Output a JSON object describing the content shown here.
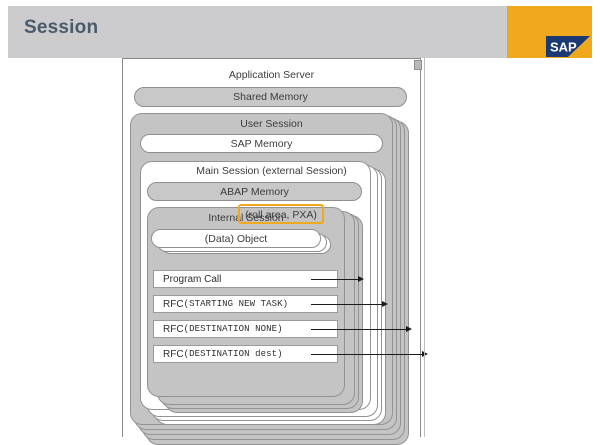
{
  "header": {
    "title": "Session",
    "brand": "SAP",
    "brand_bg": "#f0a81e",
    "bar_bg": "#ccccce",
    "title_color": "#4a5a6a"
  },
  "diagram": {
    "root_label": "Application Server",
    "layers": [
      {
        "id": "user-session",
        "label": "User Session"
      },
      {
        "id": "main-session",
        "label": "Main Session (external Session)"
      },
      {
        "id": "internal-session",
        "label": "Internal Session"
      }
    ],
    "memory_boxes": [
      {
        "id": "shared-memory",
        "label": "Shared Memory",
        "tone": "grey"
      },
      {
        "id": "sap-memory",
        "label": "SAP Memory",
        "tone": "white"
      },
      {
        "id": "abap-memory",
        "label": "ABAP Memory",
        "tone": "grey"
      },
      {
        "id": "data-object",
        "label": "(Data) Object",
        "tone": "white"
      }
    ],
    "highlight": {
      "label": "(roll area, PXA)",
      "color": "#f0a81e"
    },
    "calls": [
      {
        "id": "program-call",
        "prefix": "Program Call",
        "mono": ""
      },
      {
        "id": "rfc-starting-new-task",
        "prefix": "RFC",
        "mono": "(STARTING NEW TASK)"
      },
      {
        "id": "rfc-destination-none",
        "prefix": "RFC",
        "mono": "(DESTINATION NONE)"
      },
      {
        "id": "rfc-destination-dest",
        "prefix": "RFC",
        "mono": "(DESTINATION dest)"
      }
    ]
  }
}
